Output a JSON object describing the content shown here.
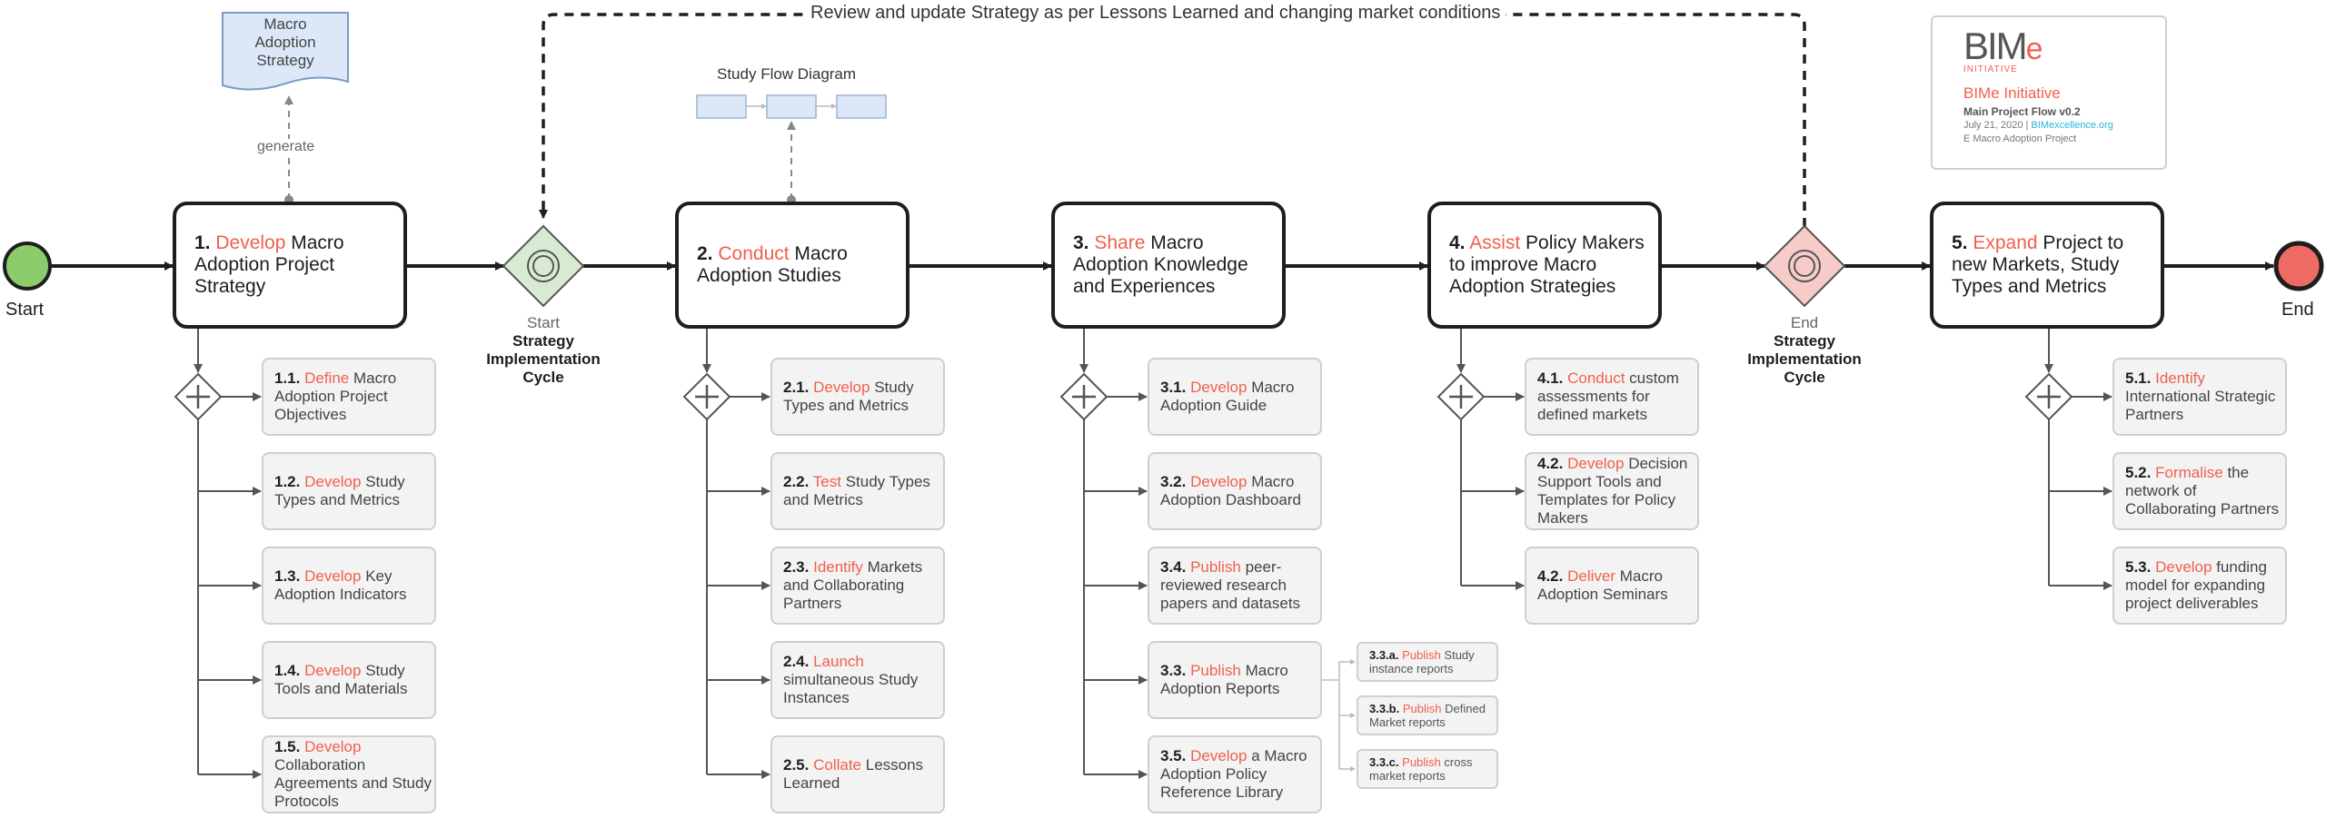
{
  "start_label": "Start",
  "end_label": "End",
  "feedback_loop": "Review and update Strategy as per Lessons Learned and changing market conditions",
  "artifact": {
    "name": "Macro Adoption Strategy",
    "line1": "Macro",
    "line2": "Adoption",
    "line3": "Strategy",
    "generate": "generate"
  },
  "study_flow": {
    "title": "Study Flow Diagram"
  },
  "gateways": {
    "start": {
      "pre": "Start",
      "line1": "Strategy",
      "line2": "Implementation",
      "line3": "Cycle"
    },
    "end": {
      "pre": "End",
      "line1": "Strategy",
      "line2": "Implementation",
      "line3": "Cycle"
    }
  },
  "logo": {
    "mark": "BIM",
    "mark_e": "e",
    "tag": "INITIATIVE",
    "title": "BIMe Initiative",
    "subtitle": "Main Project Flow v0.2",
    "date": "July 21, 2020 |",
    "site": "BIMexcellence.org",
    "project": "E Macro Adoption Project",
    "colors": {
      "accent": "#f0604d",
      "link": "#29b6d8"
    }
  },
  "phases": [
    {
      "num": "1.",
      "verb": "Develop",
      "rest": " Macro Adoption Project Strategy",
      "subs": [
        {
          "num": "1.1.",
          "verb": "Define",
          "rest": " Macro Adoption Project Objectives"
        },
        {
          "num": "1.2.",
          "verb": "Develop",
          "rest": " Study Types and Metrics"
        },
        {
          "num": "1.3.",
          "verb": "Develop",
          "rest": " Key Adoption Indicators"
        },
        {
          "num": "1.4.",
          "verb": "Develop",
          "rest": " Study Tools and Materials"
        },
        {
          "num": "1.5.",
          "verb": "Develop",
          "rest": " Collaboration Agreements and Study Protocols"
        }
      ]
    },
    {
      "num": "2.",
      "verb": "Conduct",
      "rest": " Macro Adoption Studies",
      "subs": [
        {
          "num": "2.1.",
          "verb": "Develop",
          "rest": " Study Types and Metrics"
        },
        {
          "num": "2.2.",
          "verb": "Test",
          "rest": " Study Types and Metrics"
        },
        {
          "num": "2.3.",
          "verb": "Identify",
          "rest": " Markets and Collaborating Partners"
        },
        {
          "num": "2.4.",
          "verb": "Launch",
          "rest": " simultaneous Study Instances"
        },
        {
          "num": "2.5.",
          "verb": "Collate",
          "rest": " Lessons Learned"
        }
      ]
    },
    {
      "num": "3.",
      "verb": "Share",
      "rest": " Macro Adoption Knowledge and Experiences",
      "subs": [
        {
          "num": "3.1.",
          "verb": "Develop",
          "rest": " Macro Adoption Guide"
        },
        {
          "num": "3.2.",
          "verb": "Develop",
          "rest": " Macro Adoption Dashboard"
        },
        {
          "num": "3.4.",
          "verb": "Publish",
          "rest": " peer-reviewed research papers and datasets"
        },
        {
          "num": "3.3.",
          "verb": "Publish",
          "rest": " Macro Adoption Reports"
        },
        {
          "num": "3.5.",
          "verb": "Develop",
          "rest": " a Macro Adoption Policy Reference Library"
        }
      ],
      "minis": [
        {
          "num": "3.3.a.",
          "verb": "Publish",
          "rest": " Study instance reports"
        },
        {
          "num": "3.3.b.",
          "verb": "Publish",
          "rest": " Defined Market reports"
        },
        {
          "num": "3.3.c.",
          "verb": "Publish",
          "rest": " cross market reports"
        }
      ]
    },
    {
      "num": "4.",
      "verb": "Assist",
      "rest": " Policy Makers to improve Macro Adoption Strategies",
      "subs": [
        {
          "num": "4.1.",
          "verb": "Conduct",
          "rest": " custom assessments for defined markets"
        },
        {
          "num": "4.2.",
          "verb": "Develop",
          "rest": " Decision Support Tools and Templates for Policy Makers"
        },
        {
          "num": "4.2.",
          "verb": "Deliver",
          "rest": " Macro Adoption Seminars"
        }
      ]
    },
    {
      "num": "5.",
      "verb": "Expand",
      "rest": " Project to new Markets, Study Types and Metrics",
      "subs": [
        {
          "num": "5.1.",
          "verb": "Identify",
          "rest": " International Strategic Partners"
        },
        {
          "num": "5.2.",
          "verb": "Formalise",
          "rest": " the network of Collaborating Partners"
        },
        {
          "num": "5.3.",
          "verb": "Develop",
          "rest": " funding model for expanding project deliverables"
        }
      ]
    }
  ]
}
